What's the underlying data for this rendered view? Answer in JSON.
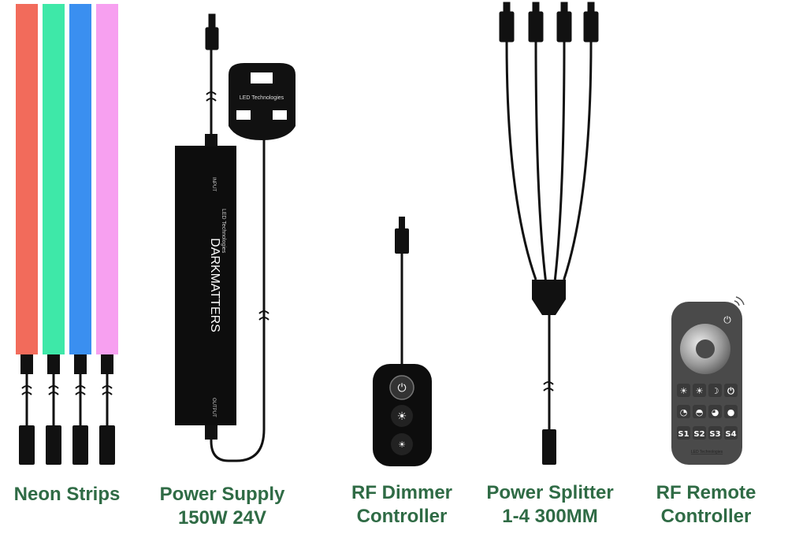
{
  "colors": {
    "label": "#2f6b45",
    "strip_red": "#f26b5b",
    "strip_green": "#3ee8a8",
    "strip_blue": "#3a8ff0",
    "strip_pink": "#f7a0f0",
    "device": "#0d0d0d",
    "remote": "#4a4a4a"
  },
  "products": [
    {
      "line1": "Neon Strips",
      "line2": ""
    },
    {
      "line1": "Power Supply",
      "line2": "150W 24V"
    },
    {
      "line1": "RF Dimmer",
      "line2": "Controller"
    },
    {
      "line1": "Power Splitter",
      "line2": "1-4 300MM"
    },
    {
      "line1": "RF Remote",
      "line2": "Controller"
    }
  ],
  "psu_print": {
    "brand": "DARKMATTERS",
    "maker": "LED Technologies",
    "input": "INPUT",
    "output": "OUTPUT"
  },
  "plug_print": "LED Technologies",
  "remote_print": {
    "maker": "LED Technologies",
    "scenes": [
      "S1",
      "S2",
      "S3",
      "S4"
    ]
  }
}
